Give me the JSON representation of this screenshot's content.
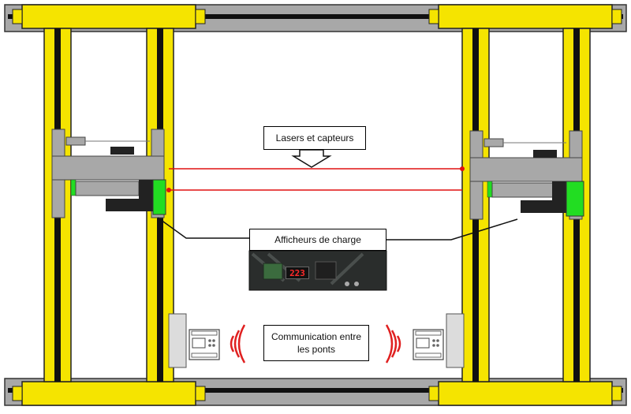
{
  "labels": {
    "lasers": "Lasers et capteurs",
    "afficheurs": "Afficheurs de charge",
    "communication_line1": "Communication entre",
    "communication_line2": "les ponts"
  },
  "display": {
    "reading": "223"
  },
  "icons": {
    "arrow": "down-arrow-icon",
    "wireless": "wireless-signal-icon",
    "controller": "plc-controller-icon"
  },
  "colors": {
    "frame_gray": "#a8a8a8",
    "rail_yellow": "#f5e400",
    "rail_dark": "#101010",
    "laser_red": "#e01010",
    "sensor_green": "#22dd22",
    "signal_red": "#e02020"
  }
}
